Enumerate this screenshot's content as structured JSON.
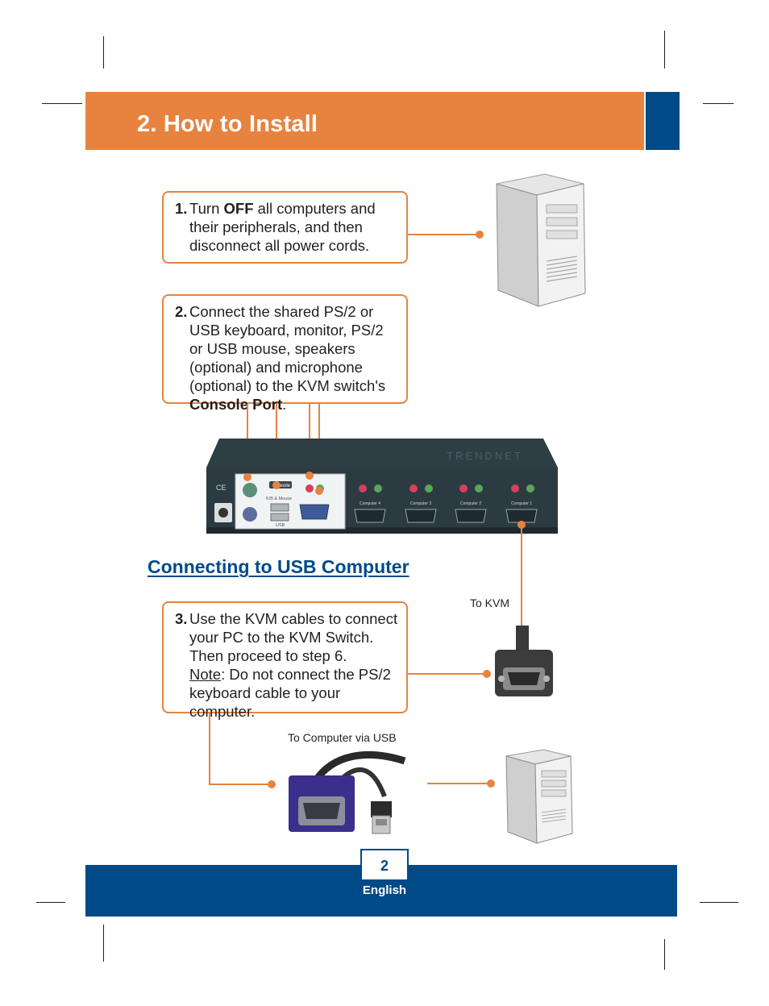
{
  "header": {
    "title": "2. How to Install"
  },
  "steps": [
    {
      "number": "1.",
      "pre": "Turn ",
      "bold": "OFF",
      "post": " all computers and their peripherals, and then disconnect all power cords."
    },
    {
      "number": "2.",
      "pre": "Connect the shared PS/2 or USB keyboard, monitor, PS/2 or USB mouse, speakers (optional) and microphone (optional) to the KVM switch's ",
      "bold": "Console Port",
      "post": "."
    },
    {
      "number": "3.",
      "line1": "Use the KVM cables to connect your PC to the KVM Switch.  Then proceed to step 6.",
      "note_label": "Note",
      "note_text": ":  Do not connect the PS/2 keyboard cable to your computer."
    }
  ],
  "section": {
    "heading": "Connecting to USB Computer"
  },
  "captions": {
    "to_kvm": "To KVM",
    "to_computer": "To Computer via USB"
  },
  "kvm_panel": {
    "console_label": "Console",
    "kbmouse_label": "K/B & Mouse",
    "usb_label": "USB",
    "port_labels": [
      "Computer 4",
      "Computer 3",
      "Computer 2",
      "Computer 1"
    ],
    "brand": "TRENDNET",
    "ce_mark": "CE"
  },
  "footer": {
    "page_number": "2",
    "language": "English"
  },
  "colors": {
    "accent_orange": "#e8833f",
    "brand_blue": "#004a88"
  }
}
